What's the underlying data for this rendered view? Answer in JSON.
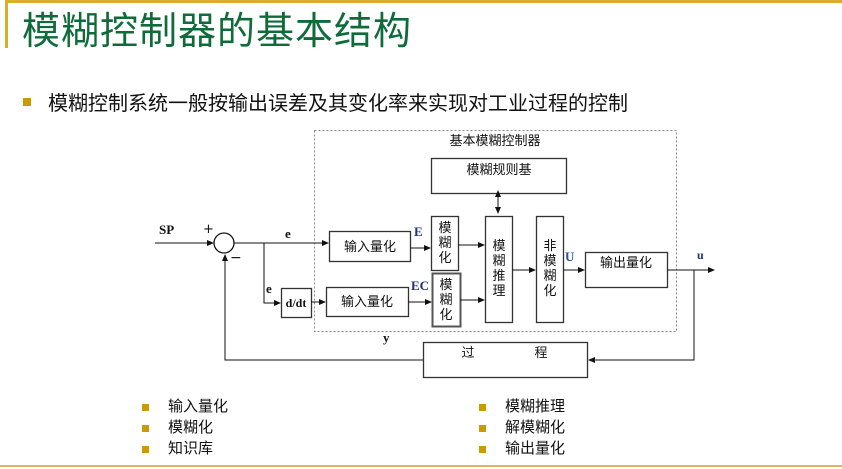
{
  "slide": {
    "title": "模糊控制器的基本结构",
    "subtitle": "模糊控制系统一般按输出误差及其变化率来实现对工业过程的控制",
    "colors": {
      "title": "#0f6b3a",
      "accent": "#d8ae2d",
      "bullet": "#cc9a06",
      "signal_label": "#1f2f7a"
    }
  },
  "diagram": {
    "container_label": "基本模糊控制器",
    "blocks": {
      "rule_base": "模糊规则基",
      "input_quant_e": "输入量化",
      "input_quant_ec": "输入量化",
      "fuzzify_e": "模糊化",
      "fuzzify_ec": "模糊化",
      "inference": "模糊推理",
      "defuzzify": "非模糊化",
      "output_quant": "输出量化",
      "derivative": "d/dt",
      "process_left": "过",
      "process_right": "程"
    },
    "signals": {
      "setpoint": "SP",
      "plus": "+",
      "minus": "−",
      "error": "e",
      "error_branch": "e",
      "E": "E",
      "EC": "EC",
      "U": "U",
      "u": "u",
      "y": "y"
    }
  },
  "list": {
    "left": [
      "输入量化",
      "模糊化",
      "知识库"
    ],
    "right": [
      "模糊推理",
      "解模糊化",
      "输出量化"
    ]
  }
}
